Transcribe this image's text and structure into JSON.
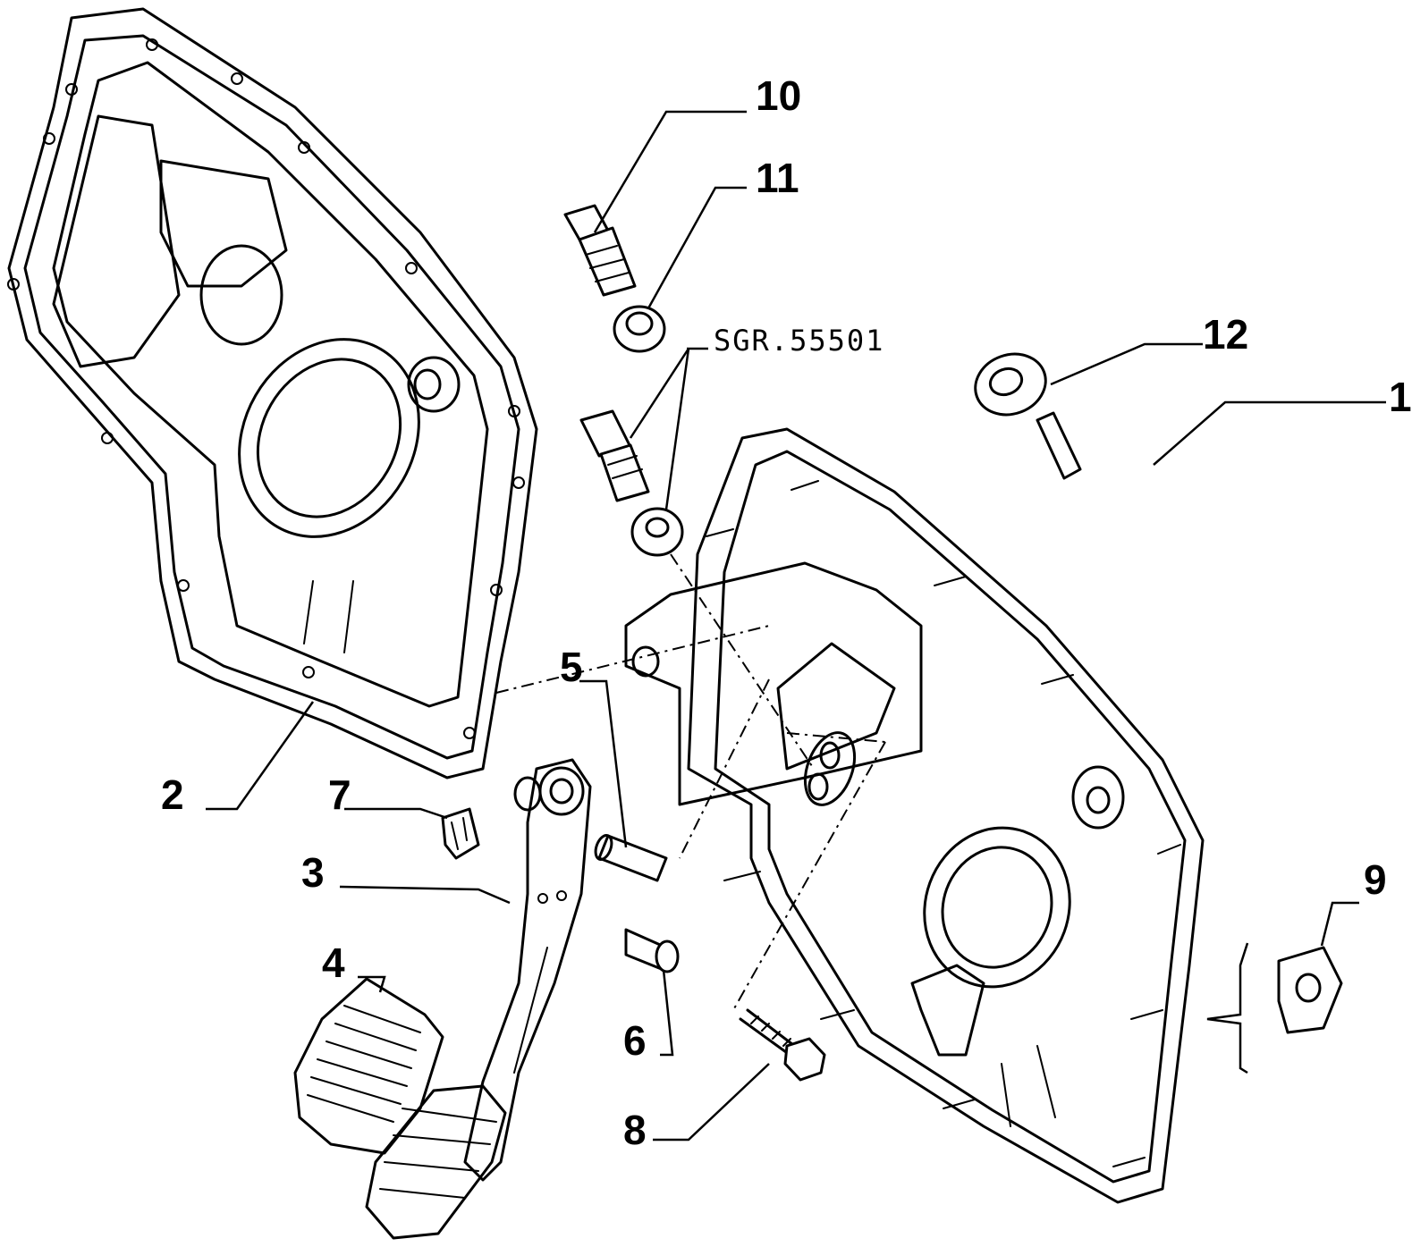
{
  "callouts": {
    "c1": "1",
    "c2": "2",
    "c3": "3",
    "c4": "4",
    "c5": "5",
    "c6": "6",
    "c7": "7",
    "c8": "8",
    "c9": "9",
    "c10": "10",
    "c11": "11",
    "c12": "12"
  },
  "reference_code": "SGR.55501",
  "colors": {
    "line": "#000000",
    "background": "#ffffff"
  }
}
